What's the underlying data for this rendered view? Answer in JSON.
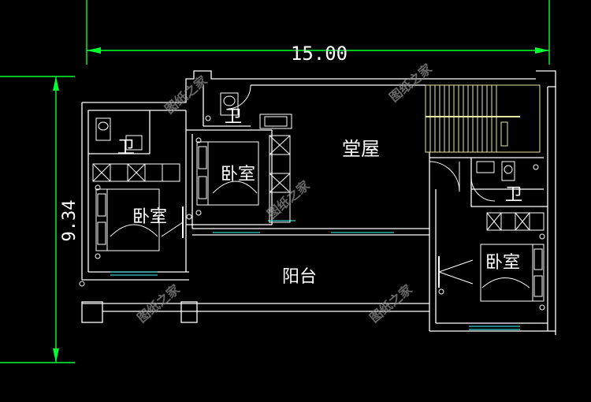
{
  "colors": {
    "background": "#000000",
    "wall": "#ffffff",
    "dimension": "#00ff33",
    "window": "#33cccc",
    "furniture": "#ffffff",
    "stair": "#e6e6a0",
    "watermark": "#8a8a8a"
  },
  "dimensions": {
    "width_label": "15.00",
    "height_label": "9.34"
  },
  "rooms": {
    "hall": "堂屋",
    "bedroom_center": "卧室",
    "bedroom_left": "卧室",
    "bedroom_right": "卧室",
    "bath_top_left": "卫",
    "bath_top_center": "卫",
    "bath_right": "卫",
    "balcony": "阳台"
  },
  "watermarks": {
    "text": "图纸之家"
  }
}
